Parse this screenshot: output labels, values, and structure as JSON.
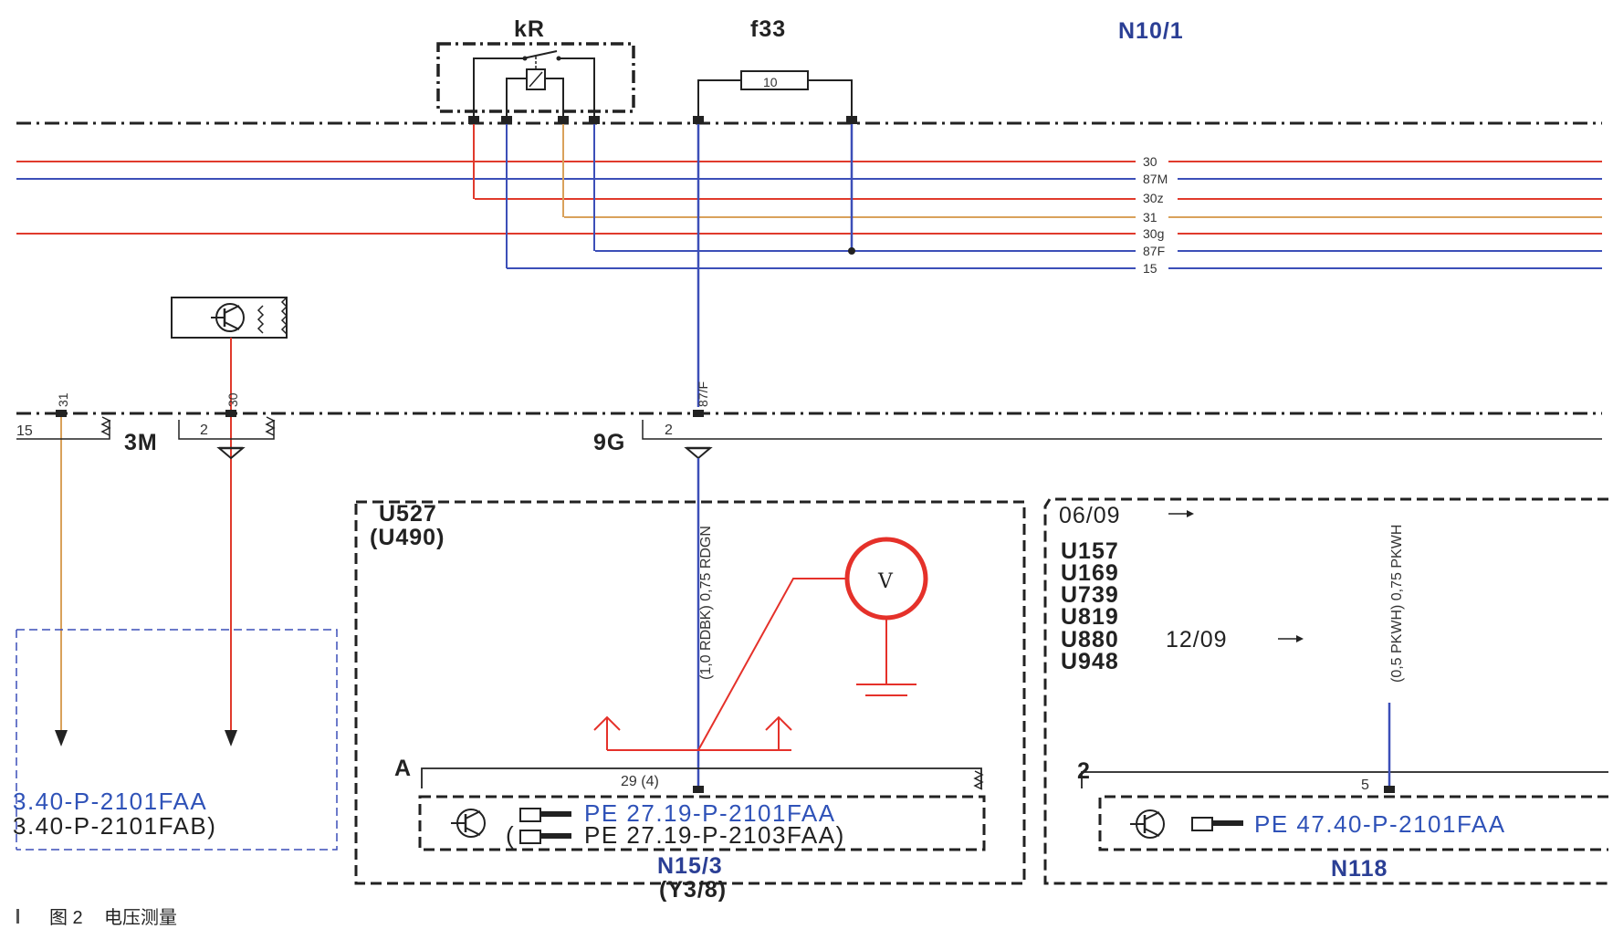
{
  "relay": {
    "label": "kR"
  },
  "fuse": {
    "label": "f33",
    "rating": "10"
  },
  "module_top": {
    "label": "N10/1"
  },
  "bus_lines": [
    {
      "label": "30",
      "color": "#e03a2c"
    },
    {
      "label": "87M",
      "color": "#3c4fb8"
    },
    {
      "label": "30z",
      "color": "#e03a2c"
    },
    {
      "label": "31",
      "color": "#d9a15a"
    },
    {
      "label": "30g",
      "color": "#e03a2c"
    },
    {
      "label": "87F",
      "color": "#3c4fb8"
    },
    {
      "label": "15",
      "color": "#3c4fb8"
    }
  ],
  "left_connector": {
    "pin_15": "15",
    "pin_31": "31",
    "pin_30": "30",
    "pin_2": "2",
    "name": "3M"
  },
  "center_connector": {
    "pin_87F": "87/F",
    "pin_2": "2",
    "name": "9G"
  },
  "left_module": {
    "ref1": "3.40-P-2101FAA",
    "ref2": "3.40-P-2101FAB)"
  },
  "middle_module": {
    "code1": "U527",
    "code2": "(U490)",
    "wire_label": "(1,0 RDBK) 0,75 RDGN",
    "point": "A",
    "pin": "29 (4)",
    "ref1": "PE 27.19-P-2101FAA",
    "ref2": "(",
    "ref3": "PE 27.19-P-2103FAA)",
    "name": "N15/3",
    "name2": "(Y3/8)"
  },
  "voltmeter": {
    "label": "V"
  },
  "right_module": {
    "date1": "06/09",
    "codes": [
      "U157",
      "U169",
      "U739",
      "U819",
      "U880",
      "U948"
    ],
    "date2": "12/09",
    "wire_label": "(0,5 PKWH) 0,75 PKWH",
    "point": "2",
    "pin": "5",
    "ref1": "PE 47.40-P-2101FAA",
    "name": "N118"
  },
  "caption": {
    "figure": "图 2",
    "text": "电压测量"
  },
  "colors": {
    "red": "#e03a2c",
    "blue": "#3c4fb8",
    "tan": "#d9a15a",
    "measure_red": "#e5312a",
    "dark": "#222222",
    "ref_blue": "#2f52b8"
  }
}
